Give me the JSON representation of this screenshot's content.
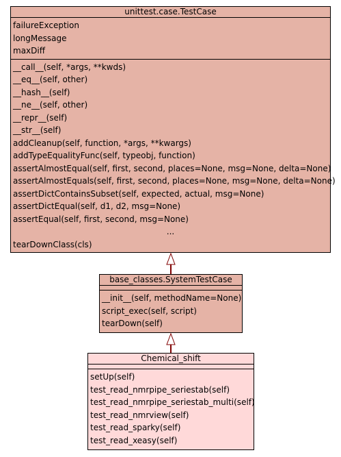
{
  "colors": {
    "base_class_fill": "#e5b3a6",
    "leaf_class_fill": "#ffd9d9",
    "border": "#000000",
    "edge": "#800000"
  },
  "classes": {
    "testcase": {
      "name": "unittest.case.TestCase",
      "attributes": [
        "failureException",
        "longMessage",
        "maxDiff"
      ],
      "methods": [
        "__call__(self, *args, **kwds)",
        "__eq__(self, other)",
        "__hash__(self)",
        "__ne__(self, other)",
        "__repr__(self)",
        "__str__(self)",
        "addCleanup(self, function, *args, **kwargs)",
        "addTypeEqualityFunc(self, typeobj, function)",
        "assertAlmostEqual(self, first, second, places=None, msg=None, delta=None)",
        "assertAlmostEquals(self, first, second, places=None, msg=None, delta=None)",
        "assertDictContainsSubset(self, expected, actual, msg=None)",
        "assertDictEqual(self, d1, d2, msg=None)",
        "assertEqual(self, first, second, msg=None)"
      ],
      "ellipsis": "...",
      "last_method": "tearDownClass(cls)"
    },
    "systemtestcase": {
      "name": "base_classes.SystemTestCase",
      "methods": [
        "__init__(self, methodName=None)",
        "script_exec(self, script)",
        "tearDown(self)"
      ]
    },
    "chemicalshift": {
      "name": "Chemical_shift",
      "methods": [
        "setUp(self)",
        "test_read_nmrpipe_seriestab(self)",
        "test_read_nmrpipe_seriestab_multi(self)",
        "test_read_nmrview(self)",
        "test_read_sparky(self)",
        "test_read_xeasy(self)"
      ]
    }
  }
}
